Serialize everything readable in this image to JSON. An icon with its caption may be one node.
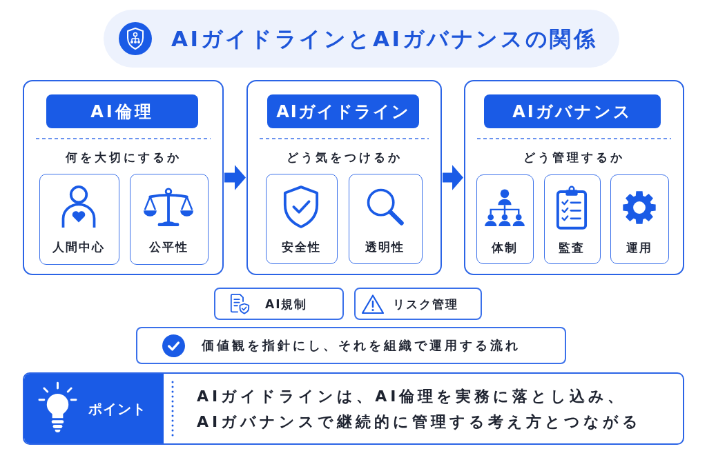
{
  "diagram": {
    "title": "AIガイドラインとAIガバナンスの関係",
    "nodes": [
      {
        "text": [
          "AI倫理",
          "何を大切にするか"
        ]
      },
      {
        "text": [
          "人間中心"
        ],
        "in": 0
      },
      {
        "text": [
          "公平性"
        ],
        "in": 0
      },
      {
        "text": [
          "AIガイドライン",
          "どう気をつけるか"
        ]
      },
      {
        "text": [
          "安全性"
        ],
        "in": 3
      },
      {
        "text": [
          "透明性"
        ],
        "in": 3
      },
      {
        "text": [
          "AIガバナンス",
          "どう管理するか"
        ]
      },
      {
        "text": [
          "体制"
        ],
        "in": 6
      },
      {
        "text": [
          "監査"
        ],
        "in": 6
      },
      {
        "text": [
          "運用"
        ],
        "in": 6
      },
      {
        "text": [
          "AI規制"
        ]
      },
      {
        "text": [
          "リスク管理"
        ]
      },
      {
        "text": [
          "価値観を指針にし、それを組織で運用する流れ"
        ]
      },
      {
        "text": [
          "ポイント",
          "AIガイドラインは、AI倫理を実務に落とし込み、AIガバナンスで継続的に管理する考え方とつながる"
        ]
      }
    ],
    "edges": [
      {
        "from": 0,
        "to": 3,
        "arrow": "to"
      },
      {
        "from": 3,
        "to": 6,
        "arrow": "to"
      }
    ]
  }
}
